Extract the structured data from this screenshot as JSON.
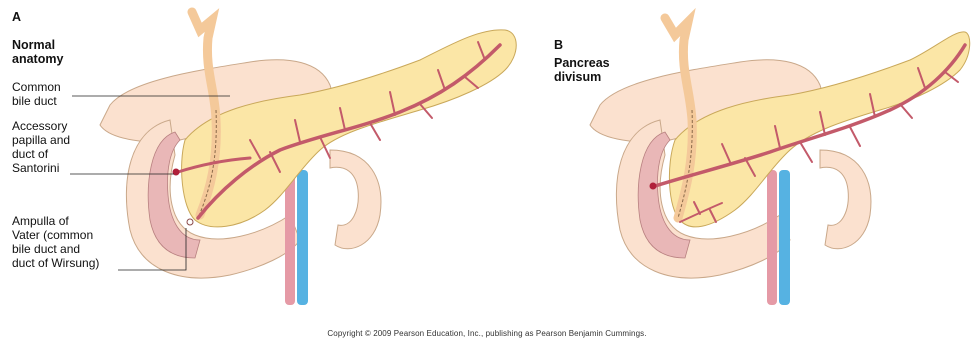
{
  "panel_a": {
    "letter": "A",
    "title": "Normal\nanatomy",
    "labels": {
      "common_bile_duct": "Common\nbile duct",
      "accessory_papilla": "Accessory\npapilla and\nduct of\nSantorini",
      "ampulla": "Ampulla of\nVater (common\nbile duct and\nduct of Wirsung)"
    }
  },
  "panel_b": {
    "letter": "B",
    "title": "Pancreas\ndivisum"
  },
  "copyright": "Copyright © 2009 Pearson Education, Inc., publishing as Pearson Benjamin Cummings.",
  "colors": {
    "pancreas_fill": "#fbe6a6",
    "pancreas_stroke": "#c9a85a",
    "duodenum_fill": "#fbe1cf",
    "duodenum_inner": "#e9b7b7",
    "duct": "#c35a6a",
    "bile_duct": "#f4c99a",
    "artery": "#e59aa6",
    "vein": "#56b2e2"
  }
}
